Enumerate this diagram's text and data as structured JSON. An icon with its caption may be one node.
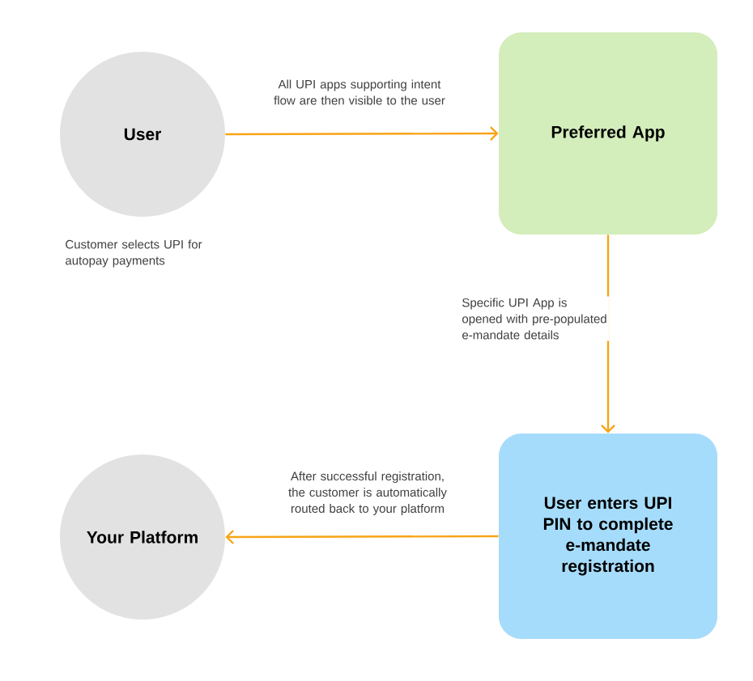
{
  "diagram": {
    "nodes": [
      {
        "text": [
          "User"
        ],
        "beside": [
          "Customer selects UPI for autopay payments"
        ]
      },
      {
        "text": [
          "Preferred App"
        ]
      },
      {
        "text": [
          "User enters UPI PIN to complete e-mandate registration"
        ]
      },
      {
        "text": [
          "Your Platform"
        ]
      }
    ],
    "edges": [
      {
        "from": 0,
        "to": 1,
        "arrow": "to",
        "label": "All UPI apps supporting intent flow are then visible to the user"
      },
      {
        "from": 1,
        "to": 2,
        "arrow": "to",
        "label": "Specific UPI App is opened with pre-populated e-mandate details"
      },
      {
        "from": 2,
        "to": 3,
        "arrow": "to",
        "label": "After successful registration, the customer is automatically routed back to your platform"
      }
    ]
  }
}
